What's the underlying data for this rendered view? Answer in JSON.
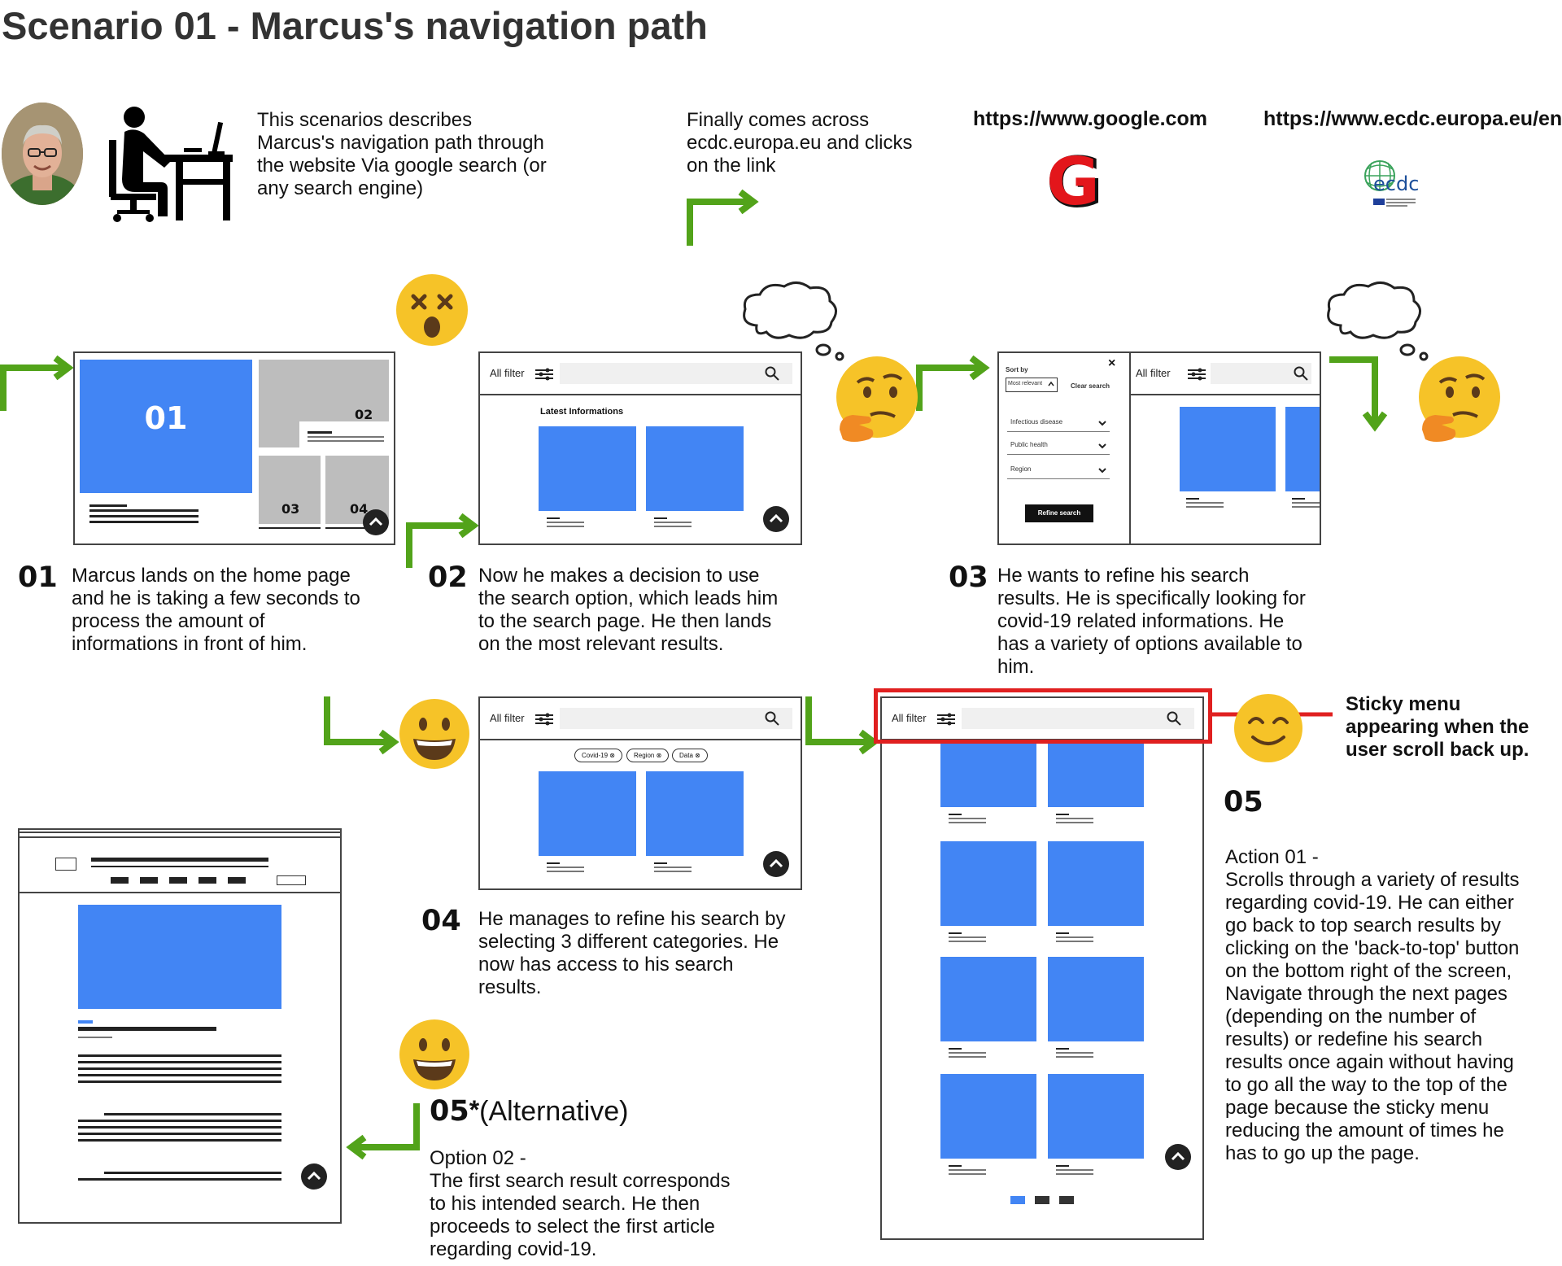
{
  "title": "Scenario 01 - Marcus's navigation path",
  "intro": {
    "text": "This scenarios describes\nMarcus's navigation path through\nthe website Via google search (or\nany search engine)"
  },
  "found_link": "Finally comes across\necdc.europa.eu and clicks\non the link",
  "urls": {
    "google": "https://www.google.com",
    "ecdc": "https://www.ecdc.europa.eu/en"
  },
  "steps": [
    {
      "num": "01",
      "text": "Marcus lands on the home page\nand he is taking a few seconds to\nprocess the amount of\ninformations in front of him."
    },
    {
      "num": "02",
      "text": "Now he makes a decision to use\nthe search option, which leads him\nto the search page. He then lands\non the most relevant results."
    },
    {
      "num": "03",
      "text": "He wants to refine his search\nresults. He is specifically looking for\ncovid-19 related informations. He\nhas a variety of options available to\nhim."
    },
    {
      "num": "04",
      "text": "He manages to refine his search by\nselecting 3 different categories. He\nnow has access to his search\nresults."
    },
    {
      "num": "05",
      "text": "Action 01 -\nScrolls through a variety of results\nregarding covid-19. He can either\ngo back to top search results by\nclicking on the 'back-to-top' button\non the bottom right of the screen,\nNavigate through the next pages\n(depending on the number of\nresults) or redefine his search\nresults once again without having\nto go all the way to the top of the\npage because the sticky menu\nreducing the amount of times he\nhas to go up the page."
    }
  ],
  "alternative": {
    "num": "05",
    "mark": "*",
    "label": "(Alternative)",
    "text": "Option 02 -\nThe first search result corresponds\nto his intended search. He then\nproceeds to select the first article\nregarding covid-19."
  },
  "sticky_note": "Sticky menu\nappearing when the\nuser scroll back up.",
  "wireframes": {
    "home": {
      "hero": "01",
      "tile2": "02",
      "tile3": "03",
      "tile4": "04"
    },
    "filter_label": "All filter",
    "latest": "Latest Informations",
    "sort_by": "Sort by",
    "most_relevant": "Most relevant",
    "clear_search": "Clear search",
    "dropdowns": [
      "Infectious disease",
      "Public health",
      "Region"
    ],
    "refine_button": "Refine search",
    "chips": [
      "Covid-19",
      "Region",
      "Data"
    ],
    "close": "×"
  },
  "logos": {
    "google_letter": "G",
    "ecdc_text": "ecdc"
  },
  "icons": [
    "search-icon",
    "filter-icon",
    "back-to-top-icon",
    "close-icon",
    "chevron-down-icon",
    "thought-bubble-icon"
  ],
  "colors": {
    "accent_blue": "#4285f4",
    "arrow_green": "#52a31a",
    "highlight_red": "#e02020",
    "emoji_yellow": "#f6c328"
  }
}
